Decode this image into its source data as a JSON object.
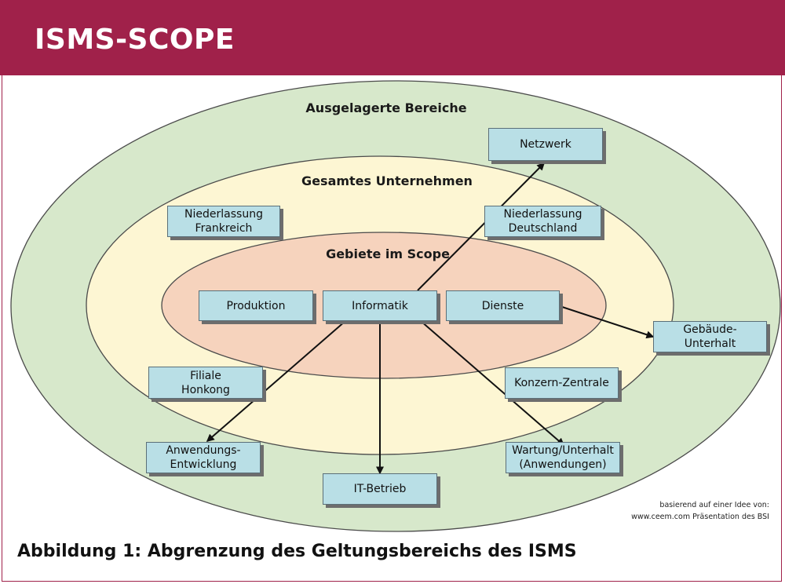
{
  "header": {
    "title": "ISMS-SCOPE"
  },
  "zones": {
    "outer": {
      "label": "Ausgelagerte Bereiche",
      "color": "#d7e8cb"
    },
    "middle": {
      "label": "Gesamtes Unternehmen",
      "color": "#fdf6d3"
    },
    "inner": {
      "label": "Gebiete im Scope",
      "color": "#f6d3bd"
    }
  },
  "nodes": {
    "netzwerk": "Netzwerk",
    "niederlassung_frankreich": "Niederlassung\nFrankreich",
    "niederlassung_deutschland": "Niederlassung\nDeutschland",
    "produktion": "Produktion",
    "informatik": "Informatik",
    "dienste": "Dienste",
    "gebaeude_unterhalt": "Gebäude-\nUnterhalt",
    "filiale_honkong": "Filiale\nHonkong",
    "konzern_zentrale": "Konzern-Zentrale",
    "anwendungs_entwicklung": "Anwendungs-\nEntwicklung",
    "wartung_unterhalt": "Wartung/Unterhalt\n(Anwendungen)",
    "it_betrieb": "IT-Betrieb"
  },
  "credit": {
    "line1": "basierend auf einer Idee von:",
    "line2": "www.ceem.com Präsentation des BSI"
  },
  "caption": "Abbildung 1: Abgrenzung des Geltungsbereichs des ISMS",
  "colors": {
    "brand": "#a0214a",
    "box": "#b9dfe6",
    "arrow": "#111111"
  }
}
